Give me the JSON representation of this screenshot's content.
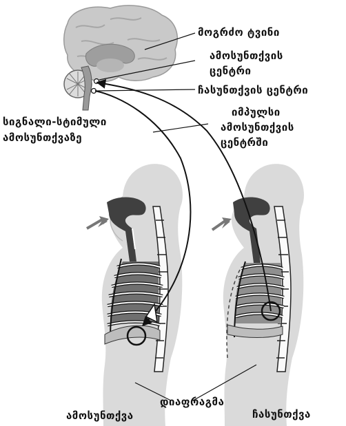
{
  "labels": {
    "cerebellum": "მოგრძო ტვინი",
    "inhale_center_1": "ამოსუნთქვის",
    "inhale_center_2": "ცენტრი",
    "exhale_center": "ჩასუნთქვის ცენტრი",
    "signal_1": "სიგნალი-სტიმული",
    "signal_2": "ამოსუნთქვაზე",
    "impulse_1": "იმპულსი",
    "impulse_2": "ამოსუნთქვის",
    "impulse_3": "ცენტრში",
    "diaphragm": "დიაფრაგმა",
    "exhalation": "ამოსუნთქვა",
    "inhalation": "ჩასუნთქვა"
  },
  "colors": {
    "line": "#111111",
    "body": "#d9d9d9",
    "brain": "#c8c8c8",
    "airway": "#3c3c3c",
    "lung": "#8a8a8a",
    "arrow_gray": "#7a7a7a"
  }
}
